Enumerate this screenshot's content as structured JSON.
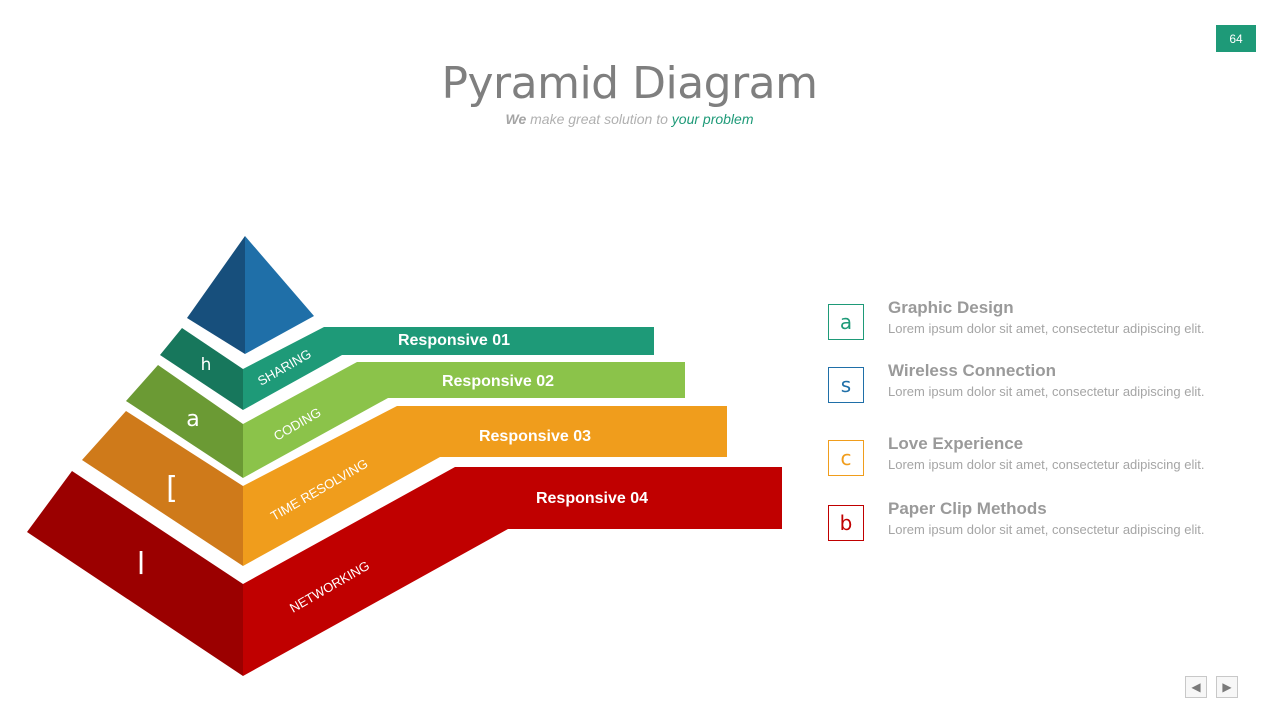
{
  "page_number": "64",
  "title": "Pyramid Diagram",
  "subtitle": {
    "lead": "We",
    "middle": " make great solution to ",
    "accent": "your problem"
  },
  "layers": [
    {
      "icon_glyph": "h",
      "side_label": "SHARING",
      "banner_label": "Responsive 01",
      "color": "#1e9a78",
      "dark_color": "#17775c"
    },
    {
      "icon_glyph": "a",
      "side_label": "CODING",
      "banner_label": "Responsive 02",
      "color": "#8bc34a",
      "dark_color": "#6b9a34"
    },
    {
      "icon_glyph": "[",
      "side_label": "TIME RESOLVING",
      "banner_label": "Responsive 03",
      "color": "#f09d1c",
      "dark_color": "#cf7a1a"
    },
    {
      "icon_glyph": "l",
      "side_label": "NETWORKING",
      "banner_label": "Responsive 04",
      "color": "#c00000",
      "dark_color": "#9b0000"
    }
  ],
  "top_color": "#1f6fa8",
  "top_dark_color": "#174f7c",
  "legend": [
    {
      "glyph": "a",
      "title": "Graphic Design",
      "desc": "Lorem ipsum dolor sit amet, consectetur adipiscing elit.",
      "color": "#1e9a78"
    },
    {
      "glyph": "s",
      "title": "Wireless Connection",
      "desc": "Lorem ipsum dolor sit amet, consectetur adipiscing elit.",
      "color": "#1f6fa8"
    },
    {
      "glyph": "c",
      "title": "Love Experience",
      "desc": "Lorem ipsum dolor sit amet, consectetur adipiscing elit.",
      "color": "#f09d1c"
    },
    {
      "glyph": "b",
      "title": "Paper Clip Methods",
      "desc": "Lorem ipsum dolor sit amet, consectetur adipiscing elit.",
      "color": "#c00000"
    }
  ],
  "nav": {
    "prev_icon": "◀",
    "next_icon": "▶"
  }
}
